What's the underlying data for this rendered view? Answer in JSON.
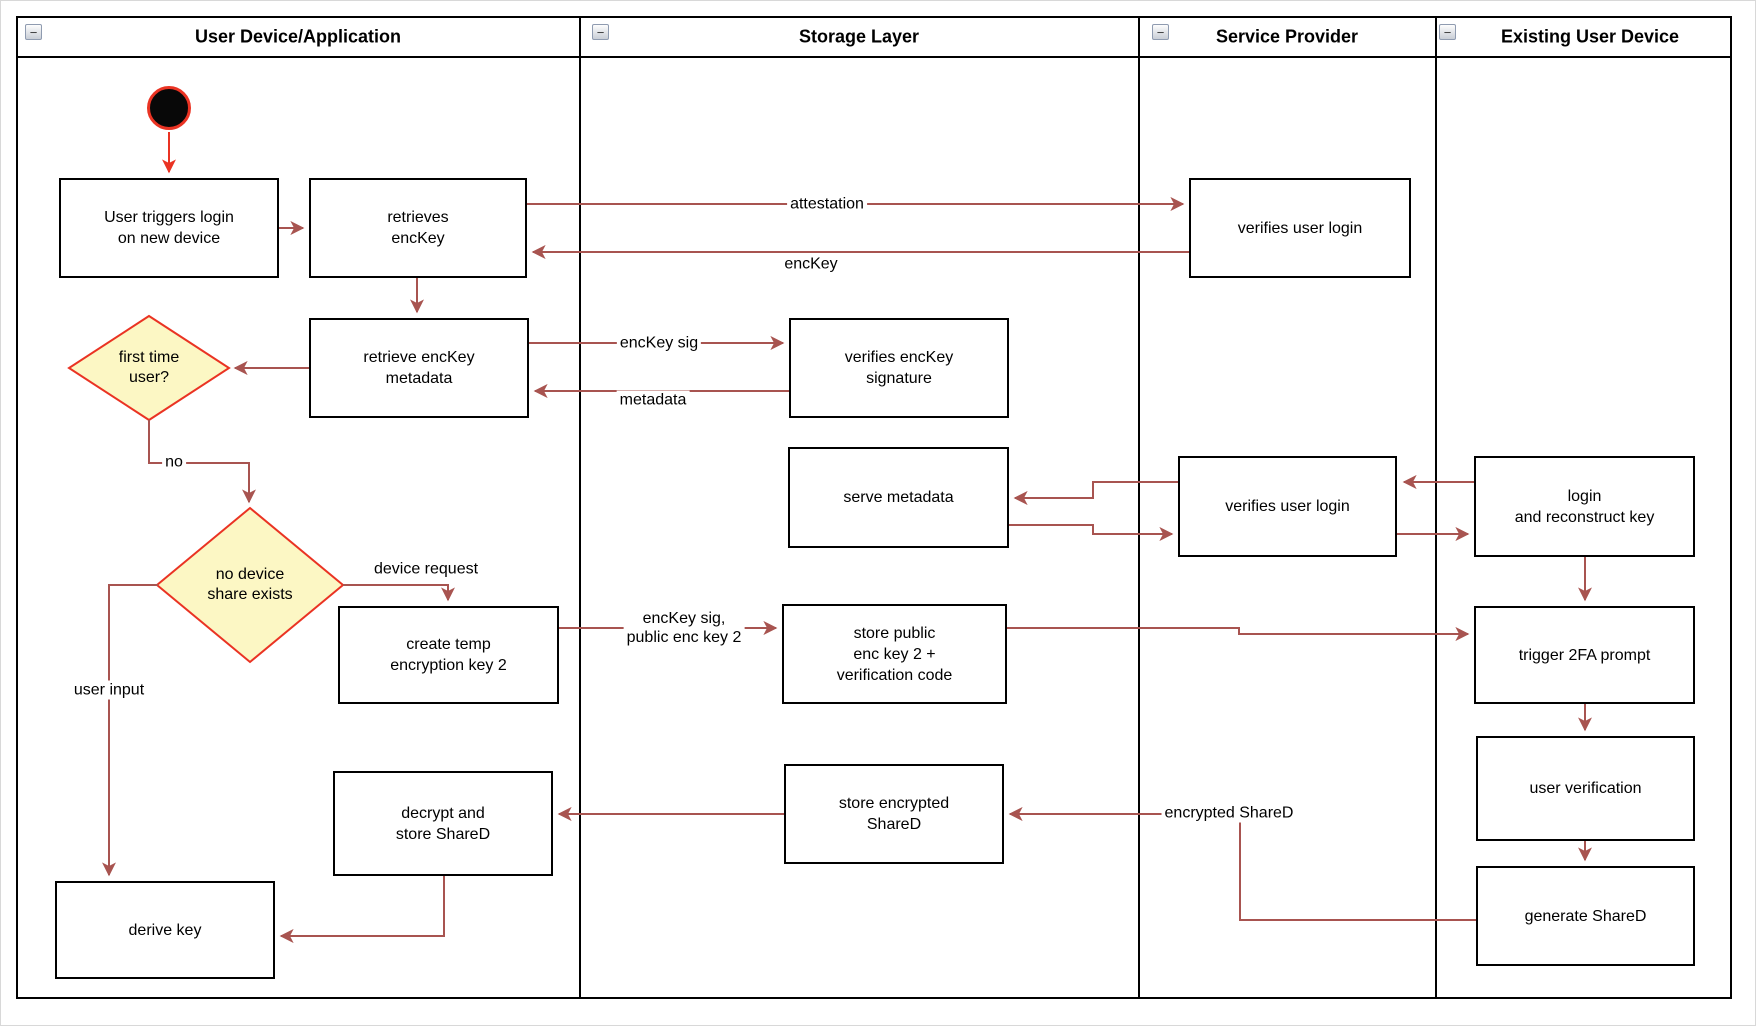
{
  "ui": {
    "collapse_glyph": "−"
  },
  "lanes": [
    {
      "id": "user-device",
      "title": "User Device/Application"
    },
    {
      "id": "storage-layer",
      "title": "Storage Layer"
    },
    {
      "id": "service-provider",
      "title": "Service Provider"
    },
    {
      "id": "existing-user-device",
      "title": "Existing User Device"
    }
  ],
  "nodes": {
    "user-triggers-login": {
      "label": "User triggers login\non new device"
    },
    "retrieves-enckey": {
      "label": "retrieves\nencKey"
    },
    "verifies-user-login-1": {
      "label": "verifies user login"
    },
    "retrieve-enckey-metadata": {
      "label": "retrieve encKey\nmetadata"
    },
    "verifies-enckey-signature": {
      "label": "verifies encKey\nsignature"
    },
    "serve-metadata": {
      "label": "serve metadata"
    },
    "verifies-user-login-2": {
      "label": "verifies user login"
    },
    "login-reconstruct-key": {
      "label": "login\nand reconstruct key"
    },
    "create-temp-key": {
      "label": "create temp\nencryption key 2"
    },
    "store-public-key": {
      "label": "store public\nenc key 2 +\nverification code"
    },
    "trigger-2fa": {
      "label": "trigger 2FA prompt"
    },
    "user-verification": {
      "label": "user verification"
    },
    "store-encrypted-shared": {
      "label": "store encrypted\nShareD"
    },
    "decrypt-store-shared": {
      "label": "decrypt and\nstore ShareD"
    },
    "generate-shared": {
      "label": "generate ShareD"
    },
    "derive-key": {
      "label": "derive key"
    }
  },
  "decisions": {
    "first-time-user": {
      "label": "first time\nuser?"
    },
    "no-device-share": {
      "label": "no device\nshare exists"
    }
  },
  "edge_labels": {
    "attestation": "attestation",
    "enckey": "encKey",
    "enckey-sig": "encKey sig",
    "metadata": "metadata",
    "no": "no",
    "device-request": "device request",
    "enckey-sig-public": "encKey sig,\npublic enc key 2",
    "user-input": "user input",
    "encrypted-shared": "encrypted ShareD"
  },
  "colors": {
    "edge": "#a85450",
    "accent_red": "#ea3323",
    "decision_fill": "#fcf7c4",
    "node_border": "#000000",
    "lane_border": "#000000"
  }
}
